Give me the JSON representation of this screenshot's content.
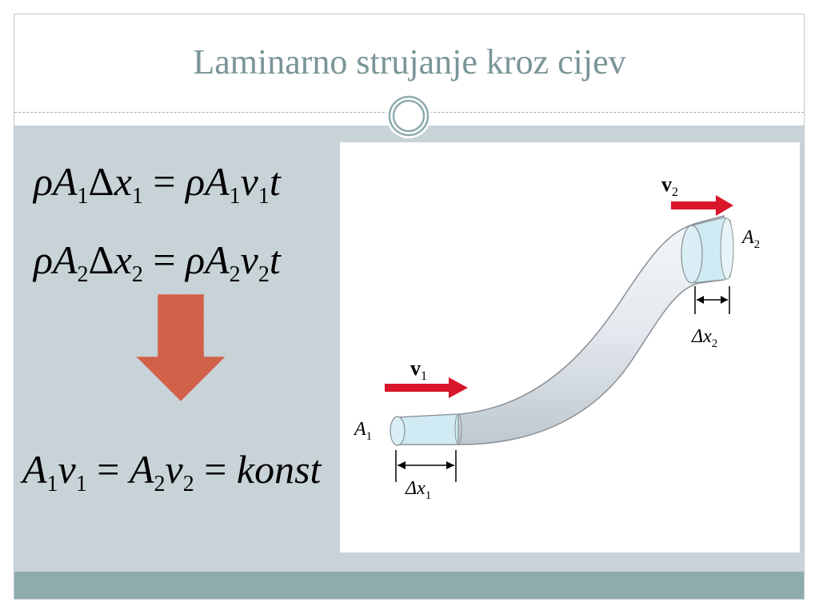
{
  "slide": {
    "title": "Laminarno strujanje kroz cijev"
  },
  "equations": {
    "eq1": {
      "lhs_rho": "ρ",
      "lhs_A": "A",
      "lhs_A_sub": "1",
      "lhs_delta": "Δ",
      "lhs_x": "x",
      "lhs_x_sub": "1",
      "equals": " = ",
      "rhs_rho": "ρ",
      "rhs_A": "A",
      "rhs_A_sub": "1",
      "rhs_v": "v",
      "rhs_v_sub": "1",
      "rhs_t": "t"
    },
    "eq2": {
      "lhs_rho": "ρ",
      "lhs_A": "A",
      "lhs_A_sub": "2",
      "lhs_delta": "Δ",
      "lhs_x": "x",
      "lhs_x_sub": "2",
      "equals": " = ",
      "rhs_rho": "ρ",
      "rhs_A": "A",
      "rhs_A_sub": "2",
      "rhs_v": "v",
      "rhs_v_sub": "2",
      "rhs_t": "t"
    },
    "eq3": {
      "A1": "A",
      "A1_sub": "1",
      "v1": "v",
      "v1_sub": "1",
      "equals1": " = ",
      "A2": "A",
      "A2_sub": "2",
      "v2": "v",
      "v2_sub": "2",
      "equals2": " = ",
      "konst": "konst"
    }
  },
  "figure": {
    "v1_label": "v",
    "v1_sub": "1",
    "v2_label": "v",
    "v2_sub": "2",
    "A1_label": "A",
    "A1_sub": "1",
    "A2_label": "A",
    "A2_sub": "2",
    "dx1_label": "Δx",
    "dx1_sub": "1",
    "dx2_label": "Δx",
    "dx2_sub": "2"
  },
  "colors": {
    "title": "#7a9597",
    "band": "#c8d3d8",
    "footer": "#8eabad",
    "arrow_down": "#d2614a",
    "velocity_arrow": "#d9162a",
    "fluid": "#cfeaf2"
  }
}
